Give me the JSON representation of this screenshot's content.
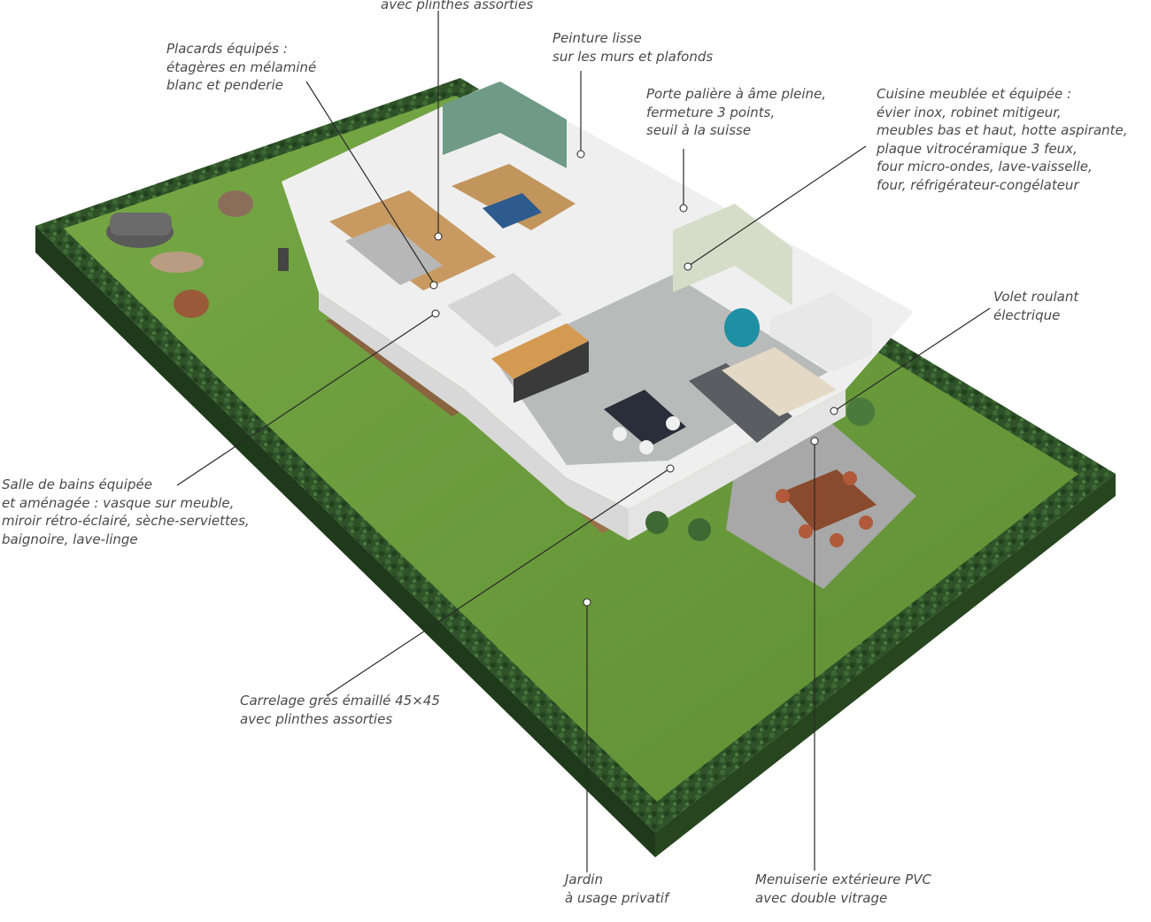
{
  "annotations": {
    "placards": {
      "lines": [
        "Placards équipés :",
        "étagères en mélaminé",
        "blanc et penderie"
      ]
    },
    "plinthes_top": {
      "lines": [
        "avec plinthes assorties"
      ]
    },
    "peinture": {
      "lines": [
        "Peinture lisse",
        "sur les murs et plafonds"
      ]
    },
    "porte": {
      "lines": [
        "Porte palière à âme pleine,",
        "fermeture 3 points,",
        "seuil à la suisse"
      ]
    },
    "cuisine": {
      "lines": [
        "Cuisine meublée et équipée :",
        "évier inox, robinet mitigeur,",
        "meubles bas et haut, hotte aspirante,",
        "plaque vitrocéramique 3 feux,",
        "four micro-ondes, lave-vaisselle,",
        "four, réfrigérateur-congélateur"
      ]
    },
    "volet": {
      "lines": [
        "Volet roulant",
        "électrique"
      ]
    },
    "salle_bains": {
      "lines": [
        "Salle de bains équipée",
        "et aménagée : vasque sur meuble,",
        "miroir rétro-éclairé, sèche-serviettes,",
        "baignoire, lave-linge"
      ]
    },
    "carrelage": {
      "lines": [
        "Carrelage grès émaillé 45×45",
        "avec plinthes assorties"
      ]
    },
    "jardin": {
      "lines": [
        "Jardin",
        "à usage privatif"
      ]
    },
    "menuiserie": {
      "lines": [
        "Menuiserie extérieure PVC",
        "avec double vitrage"
      ]
    }
  },
  "colors": {
    "hedge": "#2f5229",
    "lawn": "#6a9a3c",
    "wall": "#efefef",
    "floor_tile": "#b9bbba",
    "parquet": "#c89a62",
    "accent_wall": "#6e9a86",
    "leader_line": "#2a2a2a",
    "label_text": "#4a4a4a"
  }
}
